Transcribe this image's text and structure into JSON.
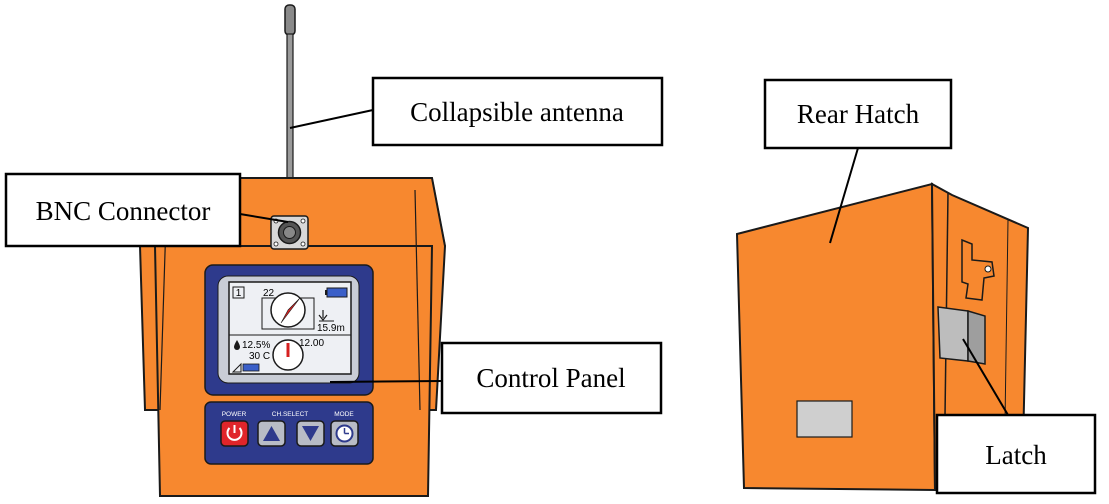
{
  "callouts": {
    "antenna": "Collapsible antenna",
    "bnc": "BNC Connector",
    "control_panel": "Control Panel",
    "rear_hatch": "Rear Hatch",
    "latch": "Latch"
  },
  "display": {
    "channel": "1",
    "top_value": "22",
    "depth": "15.9m",
    "bottom_left": "12.5%",
    "temperature": "30 C",
    "time": "12.00"
  },
  "buttons": {
    "power": "POWER",
    "ch_select": "CH.SELECT",
    "mode": "MODE"
  },
  "colors": {
    "housing": "#f7882f",
    "outline": "#1a1a1a",
    "panel_blue": "#2e3a8c",
    "lcd_bg": "#eef0f4",
    "power_red": "#e0252a",
    "button_grey": "#b8bcc6",
    "gauge_red": "#d62020",
    "battery_blue": "#3a5fc8",
    "hatch_grey": "#cfcfcf"
  },
  "icons": [
    "power-icon",
    "up-arrow-icon",
    "down-arrow-icon",
    "clock-icon",
    "battery-icon",
    "depth-icon",
    "drop-icon"
  ]
}
